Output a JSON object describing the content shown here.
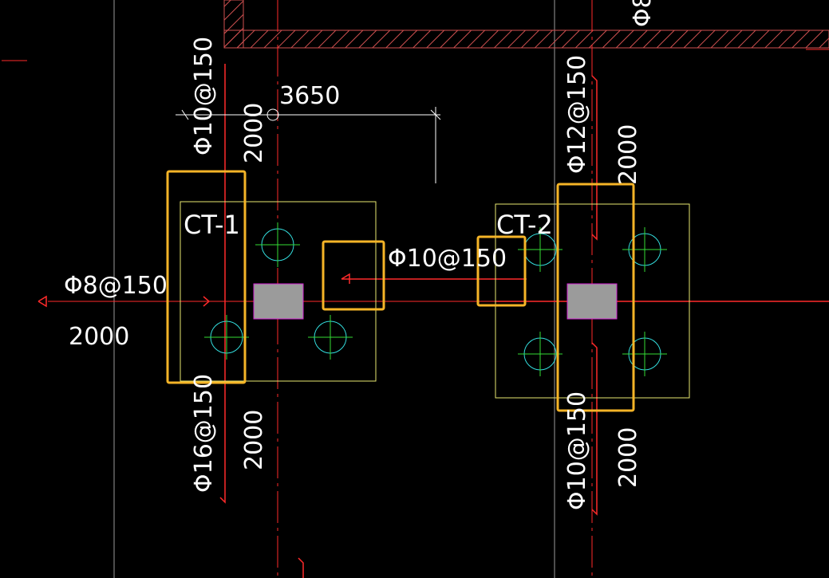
{
  "drawing": {
    "caps": [
      {
        "id": "ct1",
        "label": "CT-1"
      },
      {
        "id": "ct2",
        "label": "CT-2"
      }
    ],
    "rebar_labels": {
      "ct1_top": "Φ10@150",
      "ct1_bottom": "Φ16@150",
      "ct1_left": "Φ8@150",
      "mid": "Φ10@150",
      "ct2_top": "Φ12@150",
      "ct2_bottom": "Φ10@150",
      "top_right_partial": "Φ8"
    },
    "dimensions": {
      "span": "3650",
      "ct1_top_len": "2000",
      "ct1_bottom_len": "2000",
      "ct1_left_len": "2000",
      "ct2_top_len": "2000",
      "ct2_bottom_len": "2000"
    },
    "colors": {
      "background": "#000000",
      "axis_red": "#ff2a2a",
      "grid_gray": "#9a9a9a",
      "cap_outline": "#e8e870",
      "pile_circle": "#33dddd",
      "pile_cross": "#33dd33",
      "column_fill": "#9b9b9b",
      "column_edge": "#d020d0",
      "highlight": "#f5b427",
      "hatch": "#d05050",
      "text": "#ffffff"
    }
  }
}
